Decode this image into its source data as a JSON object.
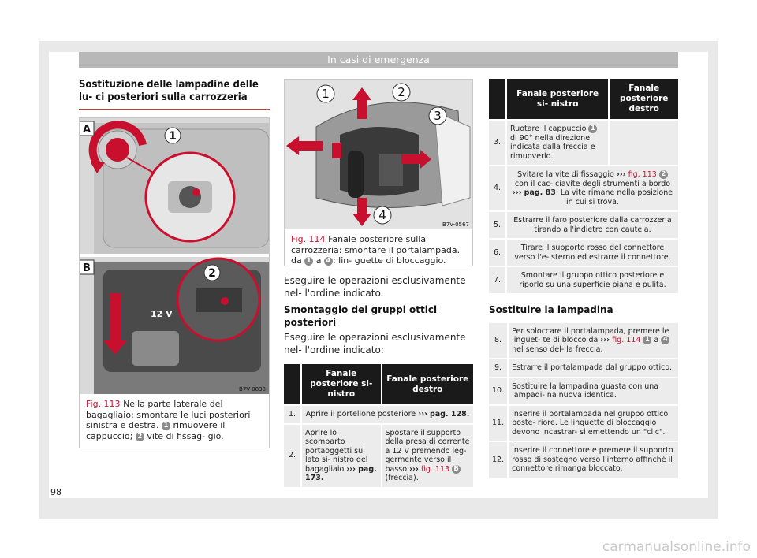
{
  "header": {
    "title": "In casi di emergenza"
  },
  "page_number": "98",
  "watermark": "carmanualsonline.info",
  "section": {
    "title": "Sostituzione delle lampadine delle lu- ci posteriori sulla carrozzeria"
  },
  "fig113": {
    "label_a": "A",
    "label_b": "B",
    "callout_1": "1",
    "callout_2": "2",
    "code": "B7V-0838",
    "voltage": "12 V",
    "caption_ref": "Fig. 113",
    "caption_text": "Nella parte laterale del bagagliaio: smontare le luci posteriori sinistra e destra.",
    "caption_n1": "1",
    "caption_t1": "rimuovere il cappuccio;",
    "caption_n2": "2",
    "caption_t2": "vite di fissag- gio."
  },
  "fig114": {
    "callout_1": "1",
    "callout_2": "2",
    "callout_3": "3",
    "callout_4": "4",
    "code": "B7V-0567",
    "caption_ref": "Fig. 114",
    "caption_text": "Fanale posteriore sulla carrozzeria: smontare il portalampada. da",
    "caption_n1": "1",
    "caption_mid": "a",
    "caption_n4": "4",
    "caption_end": ": lin- guette di bloccaggio."
  },
  "col2": {
    "intro": "Eseguire le operazioni esclusivamente nel- l'ordine indicato.",
    "subheading": "Smontaggio dei gruppi ottici posteriori",
    "intro2": "Eseguire le operazioni esclusivamente nel- l'ordine indicato:"
  },
  "table1": {
    "col_left": "Fanale posteriore si- nistro",
    "col_right": "Fanale posteriore destro",
    "r1_step": "1.",
    "r1_text": "Aprire il portellone posteriore",
    "r1_arrow": "›››",
    "r1_ref": "pag. 128.",
    "r2_step": "2.",
    "r2_left_a": "Aprire lo scomparto portaoggetti sul lato si- nistro del bagagliaio",
    "r2_left_arrow": "›››",
    "r2_left_ref": "pag. 173.",
    "r2_right_a": "Spostare il supporto della presa di corrente a 12 V premendo leg- germente verso il basso",
    "r2_right_arrow": "›››",
    "r2_right_fig": "fig. 113",
    "r2_right_b": "B",
    "r2_right_end": "(freccia)."
  },
  "table2": {
    "col_left": "Fanale posteriore si- nistro",
    "col_right": "Fanale posteriore destro",
    "rows": [
      {
        "step": "3.",
        "left_a": "Ruotare il cappuccio",
        "num": "1",
        "left_b": "di 90° nella direzione indicata dalla freccia e rimuoverlo."
      },
      {
        "step": "4.",
        "a": "Svitare la vite di fissaggio",
        "arrow": "›››",
        "fig": "fig. 113",
        "num": "2",
        "b": "con il cac- ciavite degli strumenti a bordo",
        "arrow2": "›››",
        "ref": "pag. 83",
        "c": ". La vite rimane nella posizione in cui si trova."
      },
      {
        "step": "5.",
        "text": "Estrarre il faro posteriore dalla carrozzeria tirando all'indietro con cautela."
      },
      {
        "step": "6.",
        "text": "Tirare il supporto rosso del connettore verso l'e- sterno ed estrarre il connettore."
      },
      {
        "step": "7.",
        "text": "Smontare il gruppo ottico posteriore e riporlo su una superficie piana e pulita."
      }
    ]
  },
  "col3": {
    "subheading": "Sostituire la lampadina"
  },
  "table3": {
    "rows": [
      {
        "step": "8.",
        "a": "Per sbloccare il portalampada, premere le linguet- te di blocco da",
        "arrow": "›››",
        "fig": "fig. 114",
        "n1": "1",
        "mid": "a",
        "n4": "4",
        "b": "nel senso del- la freccia."
      },
      {
        "step": "9.",
        "text": "Estrarre il portalampada dal gruppo ottico."
      },
      {
        "step": "10.",
        "text": "Sostituire la lampadina guasta con una lampadi- na nuova identica."
      },
      {
        "step": "11.",
        "text": "Inserire il portalampada nel gruppo ottico poste- riore. Le linguette di bloccaggio devono incastrar- si emettendo un \"clic\"."
      },
      {
        "step": "12.",
        "text": "Inserire il connettore e premere il supporto rosso di sostegno verso l'interno affinché il connettore rimanga bloccato."
      }
    ]
  },
  "colors": {
    "accent": "#c8102e",
    "header_bg": "#b8b8b8",
    "table_head": "#1a1a1a",
    "cell_bg": "#ececec"
  }
}
